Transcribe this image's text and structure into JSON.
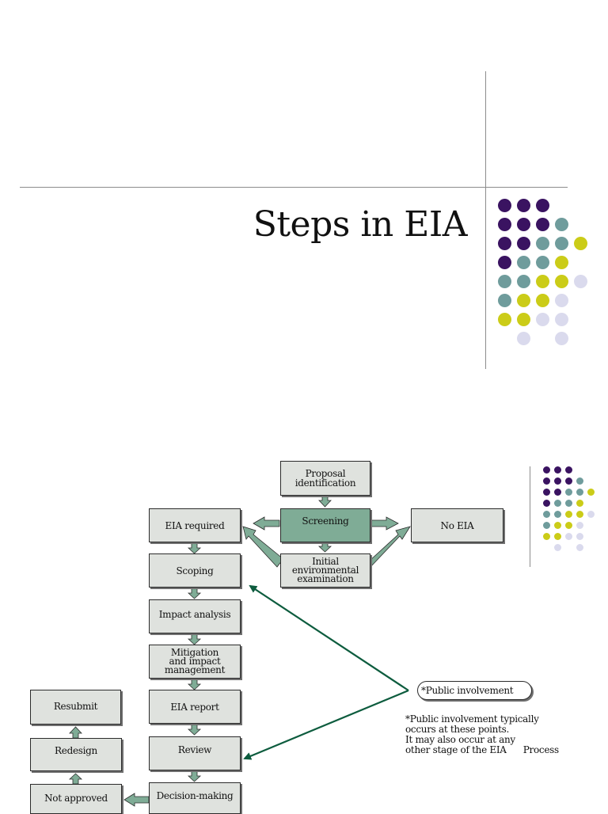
{
  "slide": {
    "title": "Steps in EIA"
  },
  "colors": {
    "purple": "#3a1361",
    "teal": "#6f9c9c",
    "yellow": "#cbcc18",
    "lavender": "#dadaed",
    "box_fill": "#dfe2de",
    "screening_fill": "#7fac96",
    "arrow_fill": "#7fac96",
    "pointer_line": "#0d5c3e"
  },
  "diagram": {
    "proposal": [
      "Proposal",
      "identification"
    ],
    "screening": "Screening",
    "eia_required": "EIA required",
    "no_eia": "No EIA",
    "initial_exam": [
      "Initial",
      "environmental",
      "examination"
    ],
    "scoping": "Scoping",
    "impact_analysis": "Impact analysis",
    "mitigation": [
      "Mitigation",
      "and impact",
      "management"
    ],
    "eia_report": "EIA report",
    "review": "Review",
    "decision_making": "Decision-making",
    "resubmit": "Resubmit",
    "redesign": "Redesign",
    "not_approved": "Not approved",
    "public_involvement": "*Public involvement",
    "note_lines": [
      "*Public involvement typically",
      "occurs at these points.",
      "It may also occur at any",
      "other stage of the EIA      Process"
    ]
  }
}
